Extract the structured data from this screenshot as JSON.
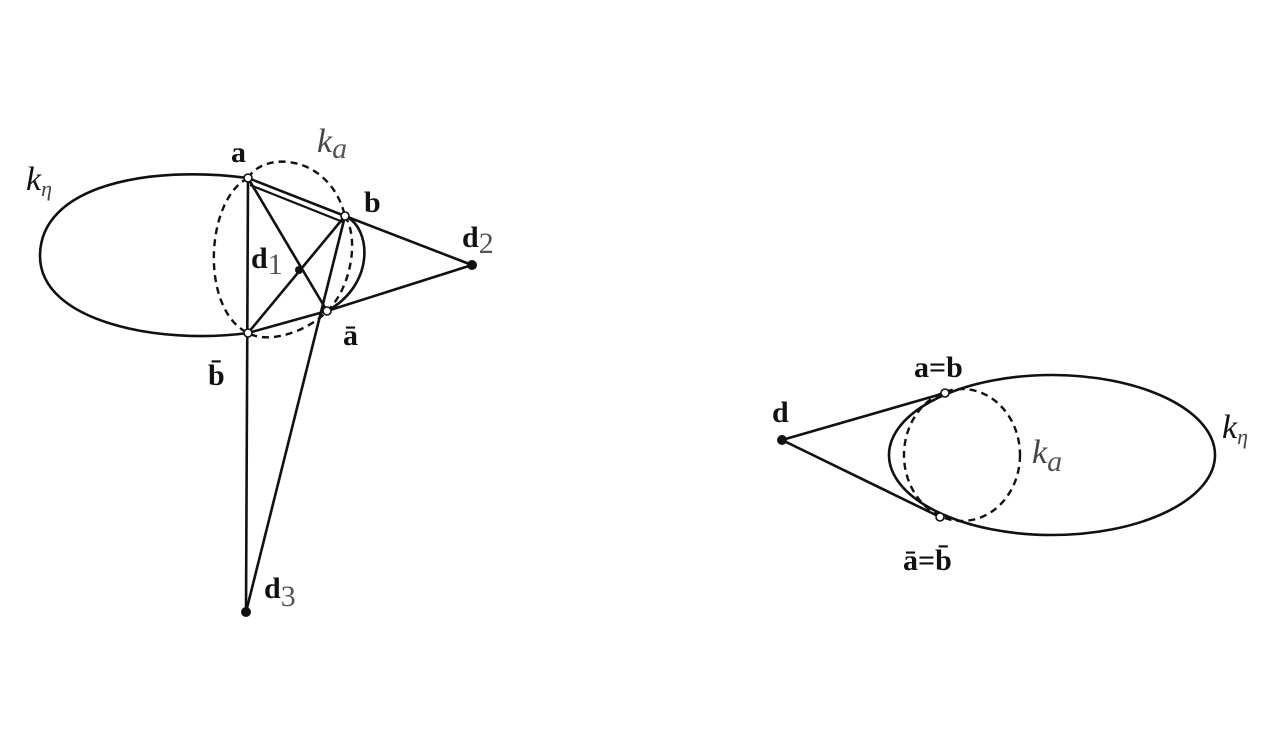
{
  "left_figure": {
    "labels": {
      "k": "k",
      "k_sub": "η",
      "ka": "k",
      "ka_sub": "a",
      "a": "a",
      "b": "b",
      "abar": "ā",
      "bbar": "b̄",
      "d1": "d",
      "d1_sub": "1",
      "d2": "d",
      "d2_sub": "2",
      "d3": "d",
      "d3_sub": "3"
    }
  },
  "right_figure": {
    "labels": {
      "d": "d",
      "a_eq_b": "a=b",
      "abar_eq_bbar": "ā=b̄",
      "k": "k",
      "k_sub": "η",
      "ka": "k",
      "ka_sub": "a"
    }
  }
}
